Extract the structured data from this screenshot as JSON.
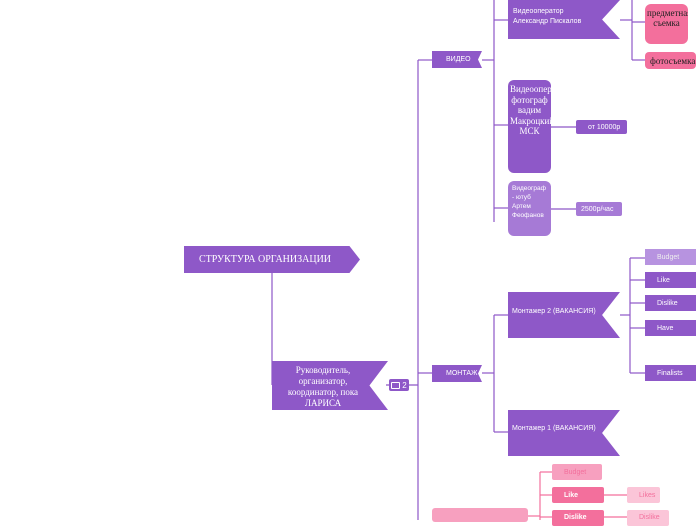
{
  "root": {
    "label": "СТРУКТУРА ОРГАНИЗАЦИИ"
  },
  "leader": {
    "label": "Руководитель, организатор, координатор, пока ЛАРИСА"
  },
  "comment_badge": {
    "count": "2"
  },
  "branches": {
    "video": "ВИДЕО",
    "montage": "МОНТАЖ"
  },
  "video_people": [
    {
      "label": "Видеооператор Александр Пискалов"
    },
    {
      "label": "Видеооператор, фотограф вадим Макроцкий МСК"
    },
    {
      "label": "Видеограф - ютуб Артем Феофанов"
    }
  ],
  "video_tags": [
    {
      "label": "предметная съемка"
    },
    {
      "label": "фотосъемка"
    }
  ],
  "prices": [
    {
      "label": "от 10000р"
    },
    {
      "label": "2500р/час"
    }
  ],
  "montage_people": [
    {
      "label": "Монтажер 2 (ВАКАНСИЯ)"
    },
    {
      "label": "Монтажер 1 (ВАКАНСИЯ)"
    }
  ],
  "montage_tags": [
    {
      "label": "Budget"
    },
    {
      "label": "Like"
    },
    {
      "label": "Dislike"
    },
    {
      "label": "Have"
    },
    {
      "label": "Finalists"
    }
  ],
  "bottom_tags": [
    {
      "label": "Budget"
    },
    {
      "label": "Like"
    },
    {
      "label": "Dislike"
    }
  ],
  "bottom_side_tags": [
    {
      "label": "Likes"
    },
    {
      "label": "Dislike"
    }
  ],
  "colors": {
    "purple": "#8e58c8",
    "purple_light": "#a67ad6",
    "purple_lighter": "#b793e0",
    "pink": "#f36f9c",
    "pink_light": "#f7a0bf",
    "pink_lighter": "#fbc5d8"
  }
}
